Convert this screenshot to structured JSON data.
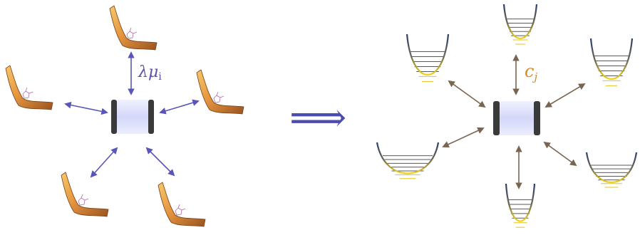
{
  "left_panel": {
    "coupling_label_main": "λμ",
    "coupling_label_sub": "i",
    "arrow_color": "#5a56b8",
    "surface_color": "#e08a3c",
    "surface_highlight": "#f6c86a"
  },
  "implication_symbol": "⟹",
  "right_panel": {
    "coupling_label_main": "c",
    "coupling_label_sub": "j",
    "arrow_color": "#7a6550",
    "well_outline_color": "#2b3f6b",
    "well_fill_color": "#f2d21a"
  },
  "cavity": {
    "body_color": "#d6d8f6",
    "mirror_color": "#3a3a3a"
  }
}
